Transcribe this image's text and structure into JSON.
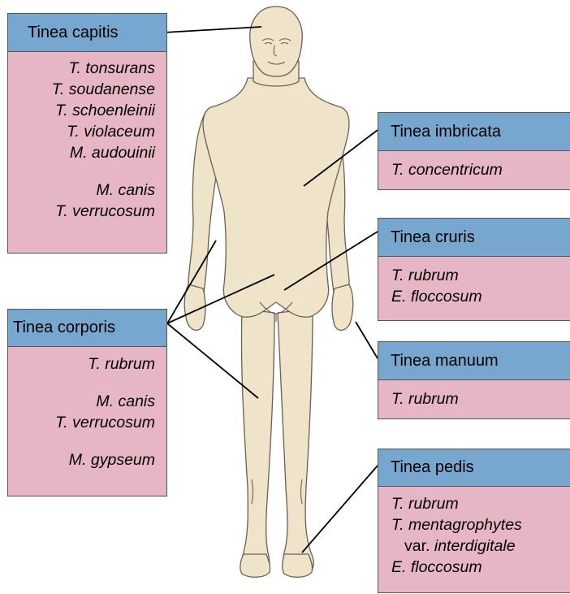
{
  "colors": {
    "header_fill": "#77a6cf",
    "body_fill": "#e6b6c7",
    "skin_fill": "#efe3c9",
    "outline": "#555555",
    "leader_line": "#000000"
  },
  "boxes": {
    "capitis": {
      "title": "Tinea capitis",
      "species": [
        "T. tonsurans",
        "T. soudanense",
        "T. schoenleinii",
        "T. violaceum",
        "M. audouinii",
        "M. canis",
        "T. verrucosum"
      ]
    },
    "imbricata": {
      "title": "Tinea imbricata",
      "species": [
        "T. concentricum"
      ]
    },
    "cruris": {
      "title": "Tinea cruris",
      "species": [
        "T. rubrum",
        "E. floccosum"
      ]
    },
    "corporis": {
      "title": "Tinea corporis",
      "species": [
        "T. rubrum",
        "M. canis",
        "T. verrucosum",
        "M. gypseum"
      ]
    },
    "manuum": {
      "title": "Tinea manuum",
      "species": [
        "T. rubrum"
      ]
    },
    "pedis": {
      "title": "Tinea pedis",
      "species": [
        "T. rubrum",
        "T. mentagrophytes"
      ],
      "var_prefix": "var.",
      "var_name": "interdigitale",
      "last_species": "E. floccosum"
    }
  }
}
